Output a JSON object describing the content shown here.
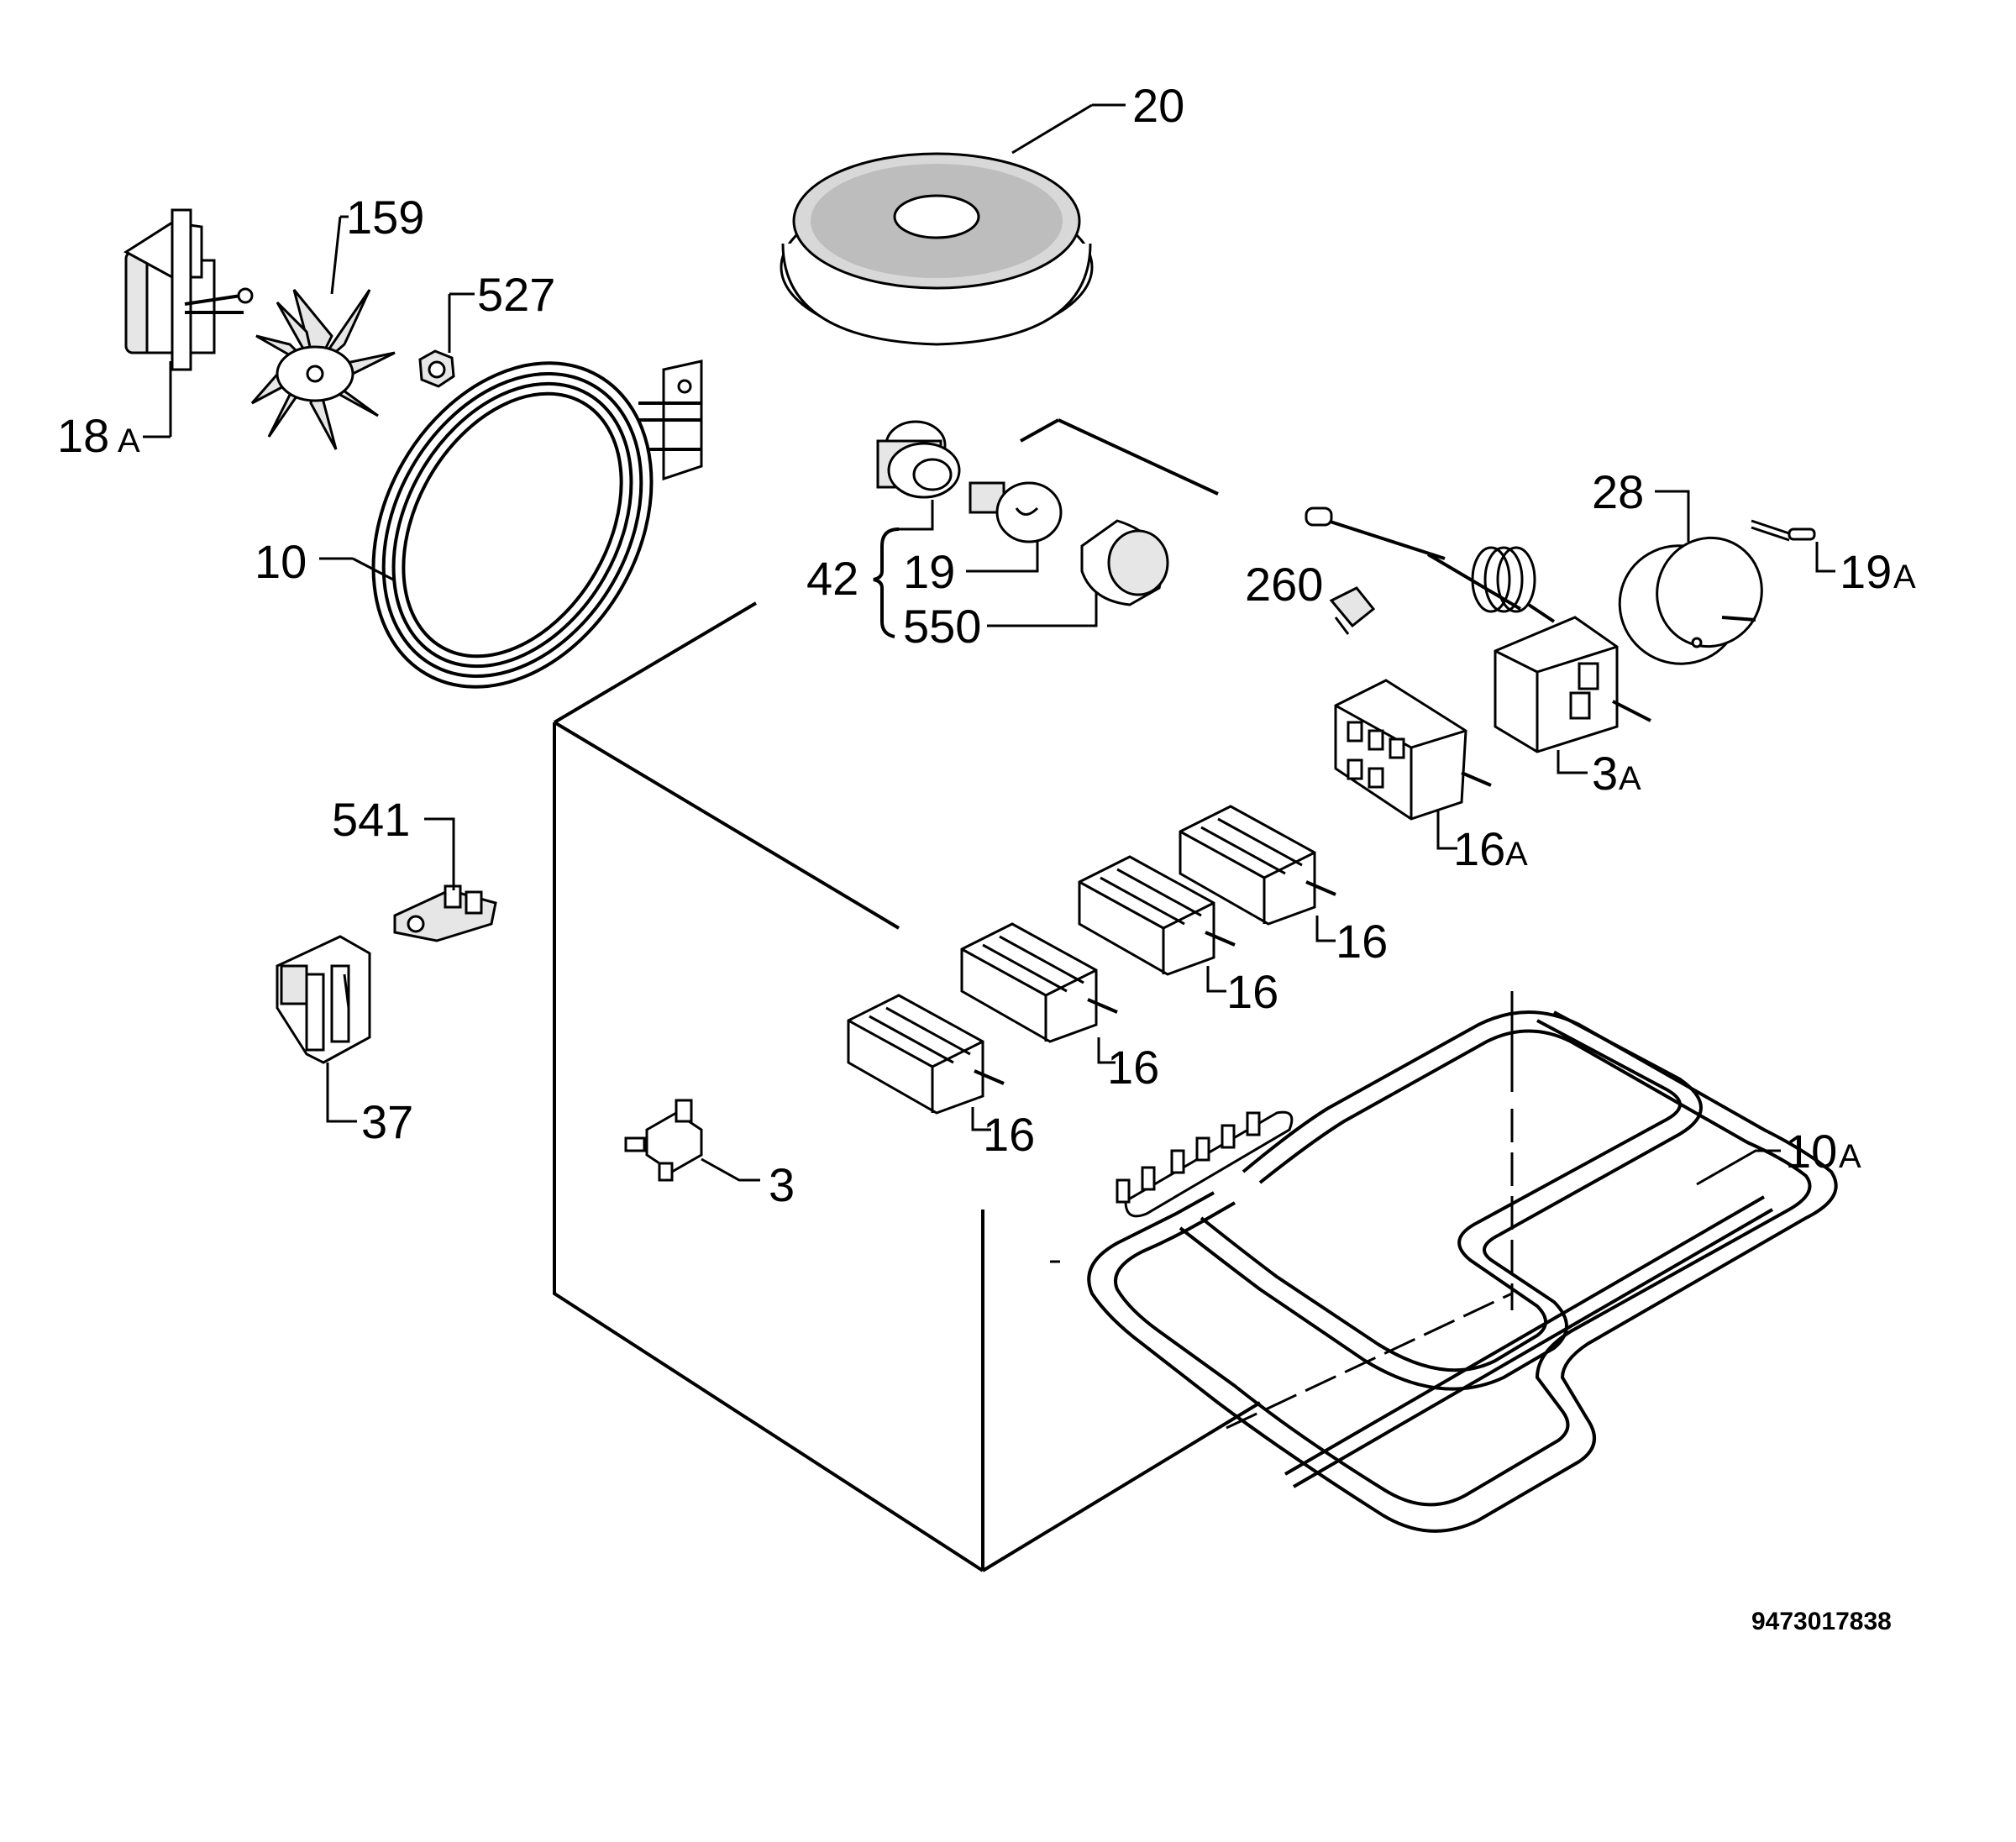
{
  "diagram": {
    "doc_number": "9473017838",
    "labels": {
      "l20": "20",
      "l159": "159",
      "l527": "527",
      "l18": "18",
      "l18_suffix": "A",
      "l10": "10",
      "l42": "42",
      "l19": "19",
      "l550": "550",
      "l260": "260",
      "l28": "28",
      "l19a": "19",
      "l19a_suffix": "A",
      "l3a": "3",
      "l3a_suffix": "A",
      "l16a": "16",
      "l16a_suffix": "A",
      "l16_1": "16",
      "l16_2": "16",
      "l16_3": "16",
      "l16_4": "16",
      "l541": "541",
      "l37": "37",
      "l3": "3",
      "l10a": "10",
      "l10a_suffix": "A"
    }
  }
}
